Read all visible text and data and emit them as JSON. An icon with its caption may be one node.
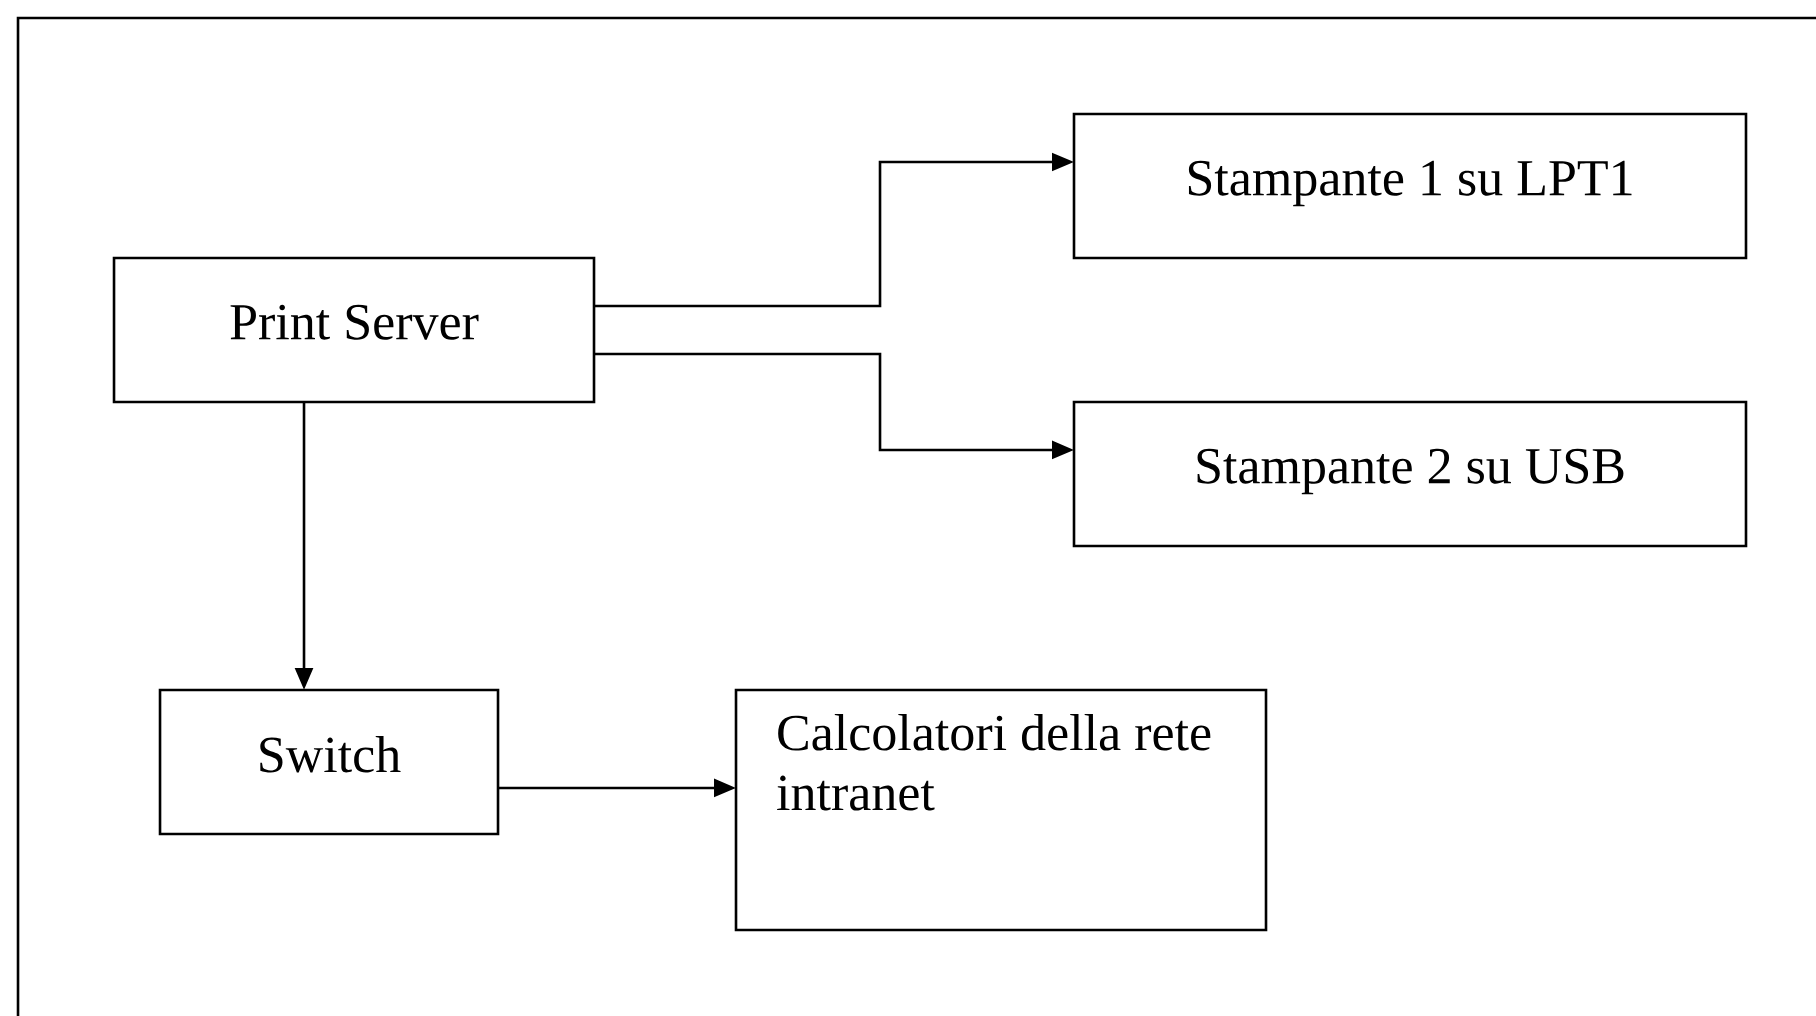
{
  "diagram": {
    "nodes": [
      {
        "text": [
          "Print Server"
        ]
      },
      {
        "text": [
          "Stampante 1 su LPT1"
        ]
      },
      {
        "text": [
          "Stampante 2 su USB"
        ]
      },
      {
        "text": [
          "Switch"
        ]
      },
      {
        "text": [
          "Calcolatori della rete intranet"
        ]
      }
    ],
    "edges": [
      {
        "from": 0,
        "to": 1,
        "arrow": "to"
      },
      {
        "from": 0,
        "to": 2,
        "arrow": "to"
      },
      {
        "from": 0,
        "to": 3,
        "arrow": "to"
      },
      {
        "from": 3,
        "to": 4,
        "arrow": "to"
      }
    ]
  }
}
